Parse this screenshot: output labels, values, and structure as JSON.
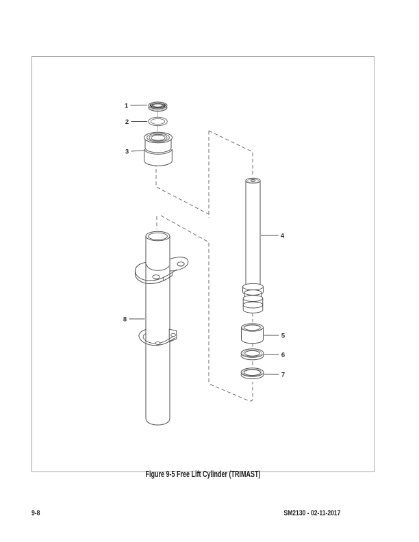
{
  "colors": {
    "line": "#4f4f4f",
    "dash": "#6b6b6b",
    "border": "#a6a6a6",
    "text": "#1a1a1a",
    "seal_dark": "#2e2e2e"
  },
  "figure": {
    "caption": "Figure 9-5 Free Lift Cylinder (TRIMAST)",
    "parts": [
      {
        "number": "1"
      },
      {
        "number": "2"
      },
      {
        "number": "3"
      },
      {
        "number": "4"
      },
      {
        "number": "5"
      },
      {
        "number": "6"
      },
      {
        "number": "7"
      },
      {
        "number": "8"
      }
    ]
  },
  "footer": {
    "page_number": "9-8",
    "doc_ref": "SM2130 - 02-11-2017"
  }
}
